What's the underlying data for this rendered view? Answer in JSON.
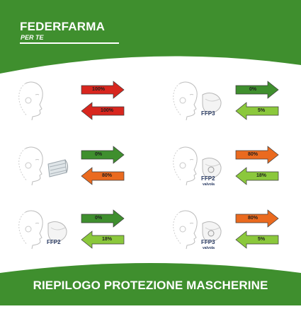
{
  "header": {
    "brand": "FEDERFARMA",
    "subbrand": "PER TE"
  },
  "footer": {
    "title": "RIEPILOGO PROTEZIONE MASCHERINE"
  },
  "colors": {
    "green": "#3f8f2e",
    "red": "#d8261e",
    "orange": "#ea6a1f",
    "lime": "#8bc83c",
    "navy": "#2a3b63"
  },
  "cells": [
    {
      "mask": "none",
      "label": "",
      "sub": "",
      "out": {
        "value": "100%",
        "color": "red"
      },
      "in": {
        "value": "100%",
        "color": "red"
      }
    },
    {
      "mask": "ffp3",
      "label": "FFP3",
      "sub": "",
      "out": {
        "value": "0%",
        "color": "green"
      },
      "in": {
        "value": "5%",
        "color": "lime"
      }
    },
    {
      "mask": "surgical",
      "label": "",
      "sub": "",
      "out": {
        "value": "0%",
        "color": "green"
      },
      "in": {
        "value": "80%",
        "color": "orange"
      }
    },
    {
      "mask": "ffp2v",
      "label": "FFP2",
      "sub": "valvola",
      "out": {
        "value": "80%",
        "color": "orange"
      },
      "in": {
        "value": "18%",
        "color": "lime"
      }
    },
    {
      "mask": "ffp2",
      "label": "FFP2",
      "sub": "",
      "out": {
        "value": "0%",
        "color": "green"
      },
      "in": {
        "value": "18%",
        "color": "lime"
      }
    },
    {
      "mask": "ffp3v",
      "label": "FFP3",
      "sub": "valvola",
      "out": {
        "value": "80%",
        "color": "orange"
      },
      "in": {
        "value": "5%",
        "color": "lime"
      }
    }
  ]
}
